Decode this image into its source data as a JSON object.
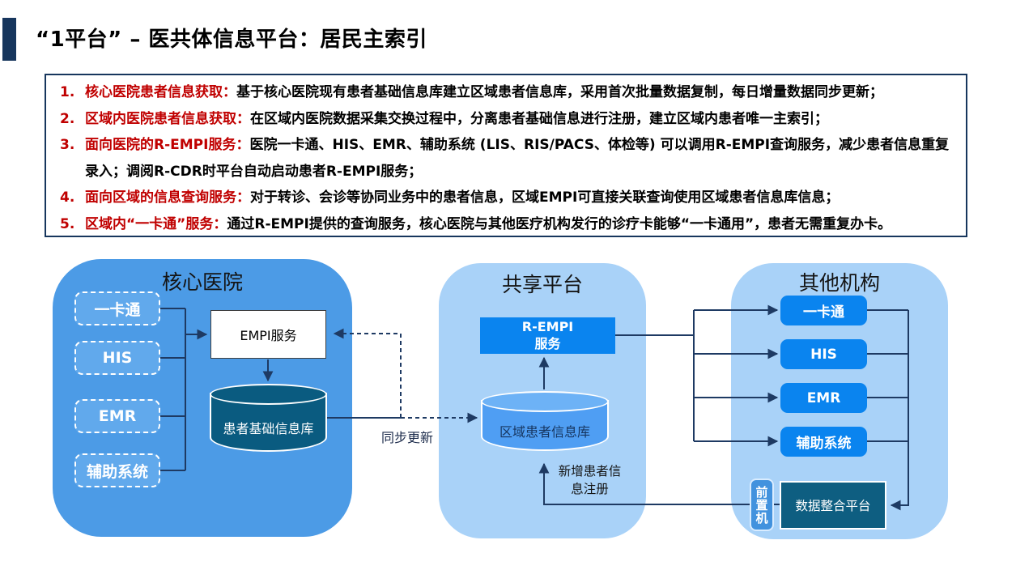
{
  "slide": {
    "title": "“1平台” – 医共体信息平台：居民主索引"
  },
  "notes": {
    "items": [
      {
        "num": "1.",
        "lead": "核心医院患者信息获取：",
        "body": "基于核心医院现有患者基础信息库建立区域患者信息库，采用首次批量数据复制，每日增量数据同步更新；"
      },
      {
        "num": "2.",
        "lead": "区域内医院患者信息获取：",
        "body": "在区域内医院数据采集交换过程中，分离患者基础信息进行注册，建立区域内患者唯一主索引；"
      },
      {
        "num": "3.",
        "lead": "面向医院的R-EMPI服务：",
        "body": "医院一卡通、HIS、EMR、辅助系统 (LIS、RIS/PACS、体检等) 可以调用R-EMPI查询服务，减少患者信息重复录入；调阅R-CDR时平台自动启动患者R-EMPI服务；"
      },
      {
        "num": "4.",
        "lead": "面向区域的信息查询服务：",
        "body": "对于转诊、会诊等协同业务中的患者信息，区域EMPI可直接关联查询使用区域患者信息库信息；"
      },
      {
        "num": "5.",
        "lead": "区域内“一卡通”服务：",
        "body": "通过R-EMPI提供的查询服务，核心医院与其他医疗机构发行的诊疗卡能够“一卡通用”，患者无需重复办卡。"
      }
    ]
  },
  "diagram": {
    "core": {
      "title": "核心医院",
      "systems": [
        "一卡通",
        "HIS",
        "EMR",
        "辅助系统"
      ],
      "empi_service": "EMPI服务",
      "database": "患者基础信息库"
    },
    "share": {
      "title": "共享平台",
      "rempi_lines": [
        "R-EMPI",
        "服务"
      ],
      "database": "区域患者信息库",
      "sync_label": "同步更新",
      "register_lines": [
        "新增患者信",
        "息注册"
      ]
    },
    "others": {
      "title": "其他机构",
      "systems": [
        "一卡通",
        "HIS",
        "EMR",
        "辅助系统"
      ],
      "front_machine": "前置机",
      "integration_platform": "数据整合平台"
    }
  },
  "colors": {
    "accent": "#17365D",
    "note_red": "#C00000",
    "line": "#1E3A63",
    "core_region_bg": "#4C9BE6",
    "light_region_bg": "#A9D2F8",
    "bright_blue_box": "#0A84EF",
    "dark_teal": "#0B5C80",
    "share_cylinder": "#4F9EF3"
  }
}
